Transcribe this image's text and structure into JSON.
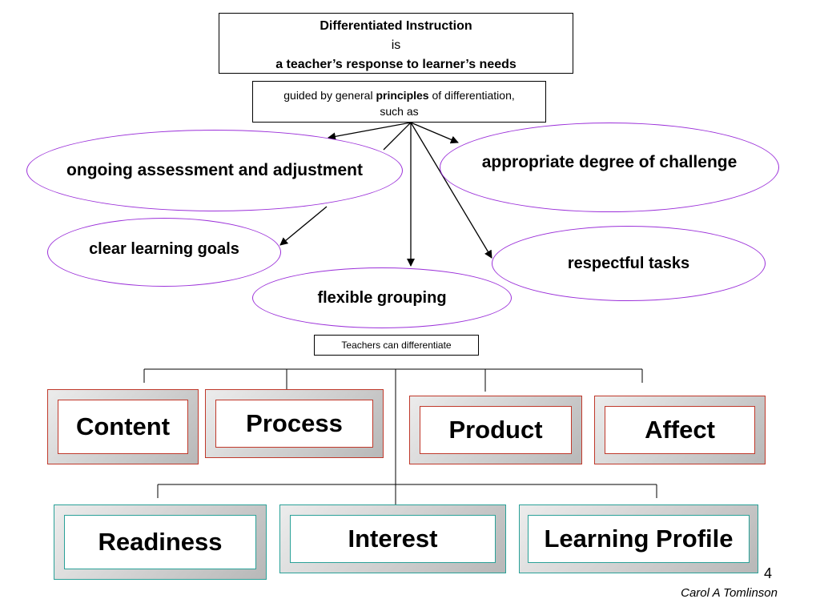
{
  "title": {
    "line1": "Differentiated Instruction",
    "line2": "is",
    "line3": "a teacher’s response to learner’s needs"
  },
  "guide": {
    "prefix": "guided by general ",
    "bold": "principles",
    "suffix": " of differentiation,",
    "line2": "such as"
  },
  "principles": {
    "ongoing": "ongoing assessment and adjustment",
    "challenge": "appropriate degree of challenge",
    "goals": "clear learning goals",
    "respectful": "respectful tasks",
    "grouping": "flexible grouping"
  },
  "teachers_label": "Teachers can differentiate",
  "differentiate": {
    "content": "Content",
    "process": "Process",
    "product": "Product",
    "affect": "Affect"
  },
  "according_to": {
    "readiness": "Readiness",
    "interest": "Interest",
    "learning_profile": "Learning Profile"
  },
  "page_number": "4",
  "credit": "Carol A Tomlinson",
  "colors": {
    "ellipse_border": "#9b30d9",
    "red_box": "#c0392b",
    "teal_box": "#2aa198",
    "bevel_gray": "#b8b8b8"
  }
}
